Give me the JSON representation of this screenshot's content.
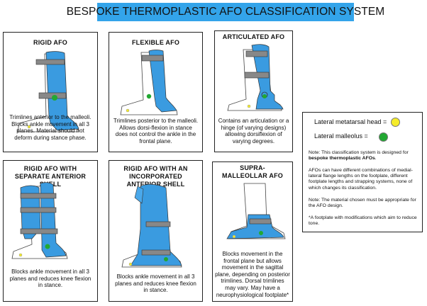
{
  "header": {
    "title": "BESPOKE THERMOPLASTIC AFO CLASSIFICATION SYSTEM"
  },
  "panels": [
    {
      "title": "RIGID AFO",
      "description": "Trimlines anterior to the malleoli. Blocks ankle movement in all 3 planes. Material should not deform during stance phase."
    },
    {
      "title": "FLEXIBLE AFO",
      "description": "Trimlines posterior to the malleoli. Allows dorsi-flexion in stance does not control the ankle in the frontal plane."
    },
    {
      "title": "ARTICULATED AFO",
      "description": "Contains an articulation or a hinge (of varying designs) allowing dorsiflexion of varying degrees."
    },
    {
      "title": "RIGID AFO WITH SEPARATE ANTERIOR SHELL",
      "description": "Blocks ankle movement in all 3 planes and reduces knee flexion in stance."
    },
    {
      "title": "RIGID AFO WITH AN INCORPORATED ANTERIOR SHELL",
      "description": "Blocks ankle movement in all 3 planes and reduces knee flexion in stance."
    },
    {
      "title": "SUPRA-MALLEOLLAR AFO",
      "description": "Blocks movement in the frontal plane but allows movement in the sagittal plane, depending on posterior trimlines. Dorsal trimlines may vary. May have a neurophysiological footplate*"
    }
  ],
  "legend": {
    "metatarsal_label": "Lateral metatarsal head =",
    "malleolus_label": "Lateral malleolus =",
    "metatarsal_color": "#f5ec2a",
    "malleolus_color": "#22a832",
    "note1_prefix": "Note: This classification system is designed for ",
    "note1_bold": "bespoke thermoplastic AFOs",
    "note1_suffix": ".",
    "note2": "AFOs can have different combinations of medial-lateral flange lengths on the footplate, different footplate lengths and strapping systems, none of which changes its classification.",
    "note3": "Note: The material chosen must be appropriate for the AFO design.",
    "note4": "*A footplate with modifications which aim to reduce tone."
  },
  "colors": {
    "banner": "#33a4ea",
    "orthosis": "#3a9be0",
    "strap": "#888888"
  }
}
